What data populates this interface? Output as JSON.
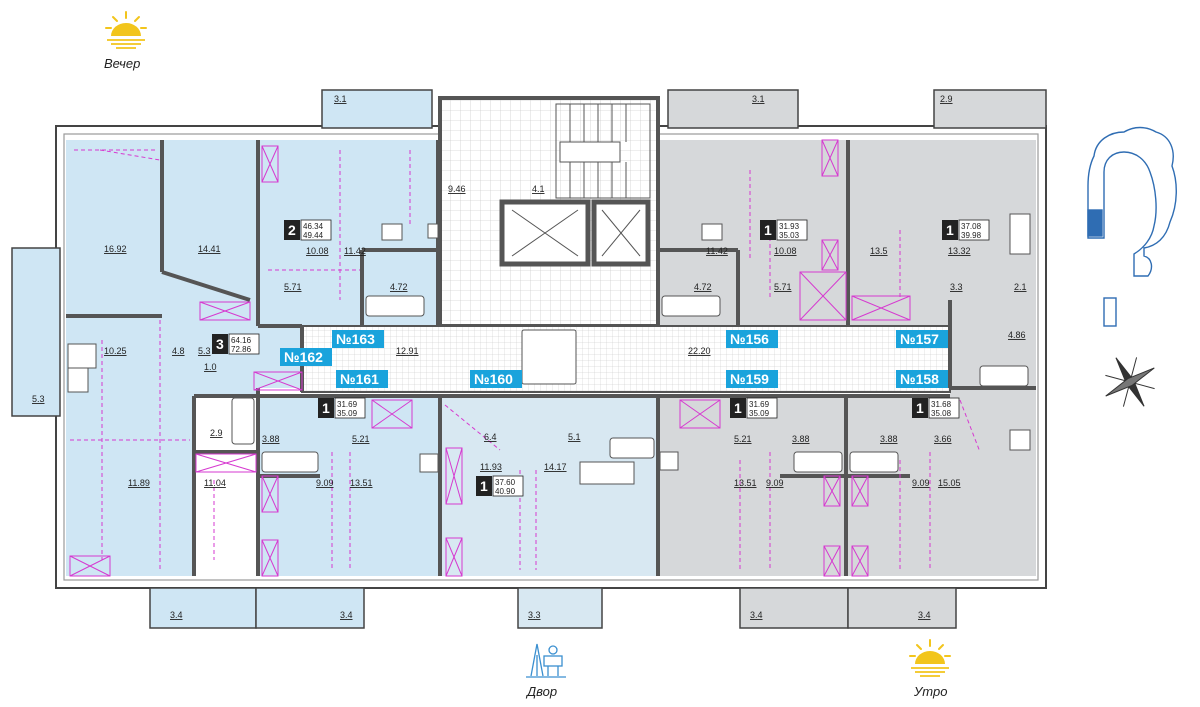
{
  "labels": {
    "evening": "Вечер",
    "yard": "Двор",
    "morning": "Утро"
  },
  "colors": {
    "blue_apartment": "#cfe6f4",
    "blue_apartment_light": "#d8e8f2",
    "grey_apartment": "#d6d8da",
    "accent_badge": "#1aa3dc",
    "wall": "#555555",
    "dash": "#d63ad0"
  },
  "apartments": [
    {
      "number": "№156",
      "rooms": "1",
      "area_living": "31.93",
      "area_total": "35.03"
    },
    {
      "number": "№157",
      "rooms": "1",
      "area_living": "37.08",
      "area_total": "39.98"
    },
    {
      "number": "№158",
      "rooms": "1",
      "area_living": "31.68",
      "area_total": "35.08"
    },
    {
      "number": "№159",
      "rooms": "1",
      "area_living": "31.69",
      "area_total": "35.09"
    },
    {
      "number": "№160",
      "rooms": "1",
      "area_living": "37.60",
      "area_total": "40.90"
    },
    {
      "number": "№161",
      "rooms": "1",
      "area_living": "31.69",
      "area_total": "35.09"
    },
    {
      "number": "№162",
      "rooms": "3",
      "area_living": "64.16",
      "area_total": "72.86"
    },
    {
      "number": "№163",
      "rooms": "2",
      "area_living": "46.34",
      "area_total": "49.44"
    }
  ],
  "room_areas": {
    "balcony_top_1": "3.1",
    "balcony_top_2": "3.1",
    "balcony_top_3": "2.9",
    "stair": "9.46",
    "lobby": "4.1",
    "a163_room1": "16.92",
    "a163_room2": "14.41",
    "a163_kitchen": "10.08",
    "a163_room3": "11.42",
    "a163_hall": "5.71",
    "a163_bath": "4.72",
    "a156_room": "11.42",
    "a156_kitchen": "10.08",
    "a156_hall": "5.71",
    "a156_bath": "4.72",
    "a157_room": "13.5",
    "a157_kitchen": "13.32",
    "a157_hall": "3.3",
    "a157_wc": "2.1",
    "a157_bath": "4.86",
    "corridor_left": "12.91",
    "corridor_right": "22.20",
    "a162_loggia": "5.3",
    "a162_kitchen": "10.25",
    "a162_hall": "4.8",
    "a162_wc1": "5.3",
    "a162_wc2": "1.0",
    "a162_bath": "2.9",
    "a162_room1": "11.89",
    "a162_room2": "11.04",
    "a161_bath": "3.88",
    "a161_hall": "5.21",
    "a161_kitchen": "9.09",
    "a161_room": "13.51",
    "a160_hall": "6.4",
    "a160_bath": "5.1",
    "a160_kitchen": "11.93",
    "a160_room": "14.17",
    "a159_hall": "5.21",
    "a159_bath": "3.88",
    "a159_room": "13.51",
    "a159_kitchen": "9.09",
    "a158_bath": "3.88",
    "a158_hall": "3.66",
    "a158_kitchen": "9.09",
    "a158_room": "15.05",
    "balcony_bottom_1": "3.4",
    "balcony_bottom_2": "3.4",
    "balcony_bottom_3": "3.3",
    "balcony_bottom_4": "3.4",
    "balcony_bottom_5": "3.4"
  }
}
